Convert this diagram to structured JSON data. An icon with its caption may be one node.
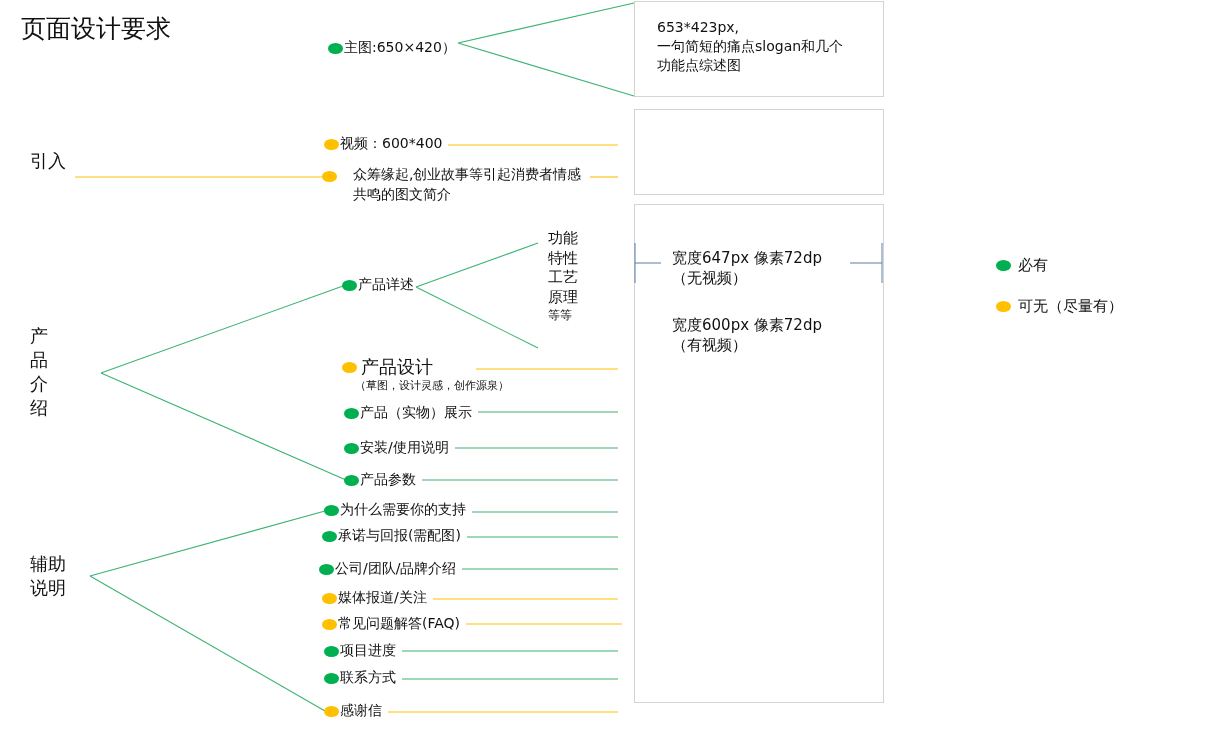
{
  "diagram": {
    "title": "页面设计要求",
    "nodes": [
      {
        "text": [
          "主图:650×420）"
        ]
      },
      {
        "text": [
          "653*423px,",
          "一句简短的痛点slogan和几个功能点综述图"
        ]
      },
      {
        "text": [
          "引入"
        ]
      },
      {
        "text": [
          "视频：600*400"
        ]
      },
      {
        "text": [
          "众筹缘起,创业故事等引起消费者情感共鸣的图文简介"
        ]
      },
      {
        "text": [],
        "shape": "box"
      },
      {
        "text": [
          "产品介绍"
        ]
      },
      {
        "text": [
          "产品详述"
        ]
      },
      {
        "text": [
          "功能",
          "特性",
          "工艺",
          "原理",
          "等等"
        ]
      },
      {
        "text": [
          "产品设计",
          "（草图，设计灵感，创作源泉）"
        ]
      },
      {
        "text": [
          "产品（实物）展示"
        ]
      },
      {
        "text": [
          "安装/使用说明"
        ]
      },
      {
        "text": [
          "产品参数"
        ]
      },
      {
        "text": [
          "宽度647px  像素72dp（无视频）",
          "宽度600px  像素72dp（有视频）"
        ]
      },
      {
        "text": [
          "辅助说明"
        ]
      },
      {
        "text": [
          "为什么需要你的支持"
        ]
      },
      {
        "text": [
          "承诺与回报(需配图)"
        ]
      },
      {
        "text": [
          "公司/团队/品牌介绍"
        ]
      },
      {
        "text": [
          "媒体报道/关注"
        ]
      },
      {
        "text": [
          "常见问题解答(FAQ)"
        ]
      },
      {
        "text": [
          "项目进度"
        ]
      },
      {
        "text": [
          "联系方式"
        ]
      },
      {
        "text": [
          "感谢信"
        ]
      }
    ],
    "edges": [
      {
        "from": 0,
        "to": 1,
        "arrow": "none"
      },
      {
        "from": 2,
        "to": 4,
        "arrow": "none",
        "color": "#ffc000"
      },
      {
        "from": 3,
        "to": 5,
        "arrow": "none",
        "color": "#ffc000"
      },
      {
        "from": 4,
        "to": 5,
        "arrow": "none",
        "color": "#ffc000"
      },
      {
        "from": 6,
        "to": 7,
        "arrow": "none"
      },
      {
        "from": 6,
        "to": 12,
        "arrow": "none"
      },
      {
        "from": 7,
        "to": 8,
        "arrow": "none"
      },
      {
        "from": 9,
        "to": 13,
        "arrow": "none",
        "color": "#ffc000"
      },
      {
        "from": 10,
        "to": 13,
        "arrow": "none"
      },
      {
        "from": 11,
        "to": 13,
        "arrow": "none"
      },
      {
        "from": 12,
        "to": 13,
        "arrow": "none"
      },
      {
        "from": 14,
        "to": 15,
        "arrow": "none"
      },
      {
        "from": 14,
        "to": 22,
        "arrow": "none"
      },
      {
        "from": 15,
        "to": 13,
        "arrow": "none"
      },
      {
        "from": 16,
        "to": 13,
        "arrow": "none"
      },
      {
        "from": 17,
        "to": 13,
        "arrow": "none"
      },
      {
        "from": 18,
        "to": 13,
        "arrow": "none",
        "color": "#ffc000"
      },
      {
        "from": 19,
        "to": 13,
        "arrow": "none",
        "color": "#ffc000"
      },
      {
        "from": 20,
        "to": 13,
        "arrow": "none"
      },
      {
        "from": 21,
        "to": 13,
        "arrow": "none"
      },
      {
        "from": 22,
        "to": 13,
        "arrow": "none",
        "color": "#ffc000"
      }
    ],
    "legend": [
      {
        "text": "必有",
        "color": "#00b050"
      },
      {
        "text": "可无（尽量有）",
        "color": "#ffc000"
      }
    ]
  }
}
